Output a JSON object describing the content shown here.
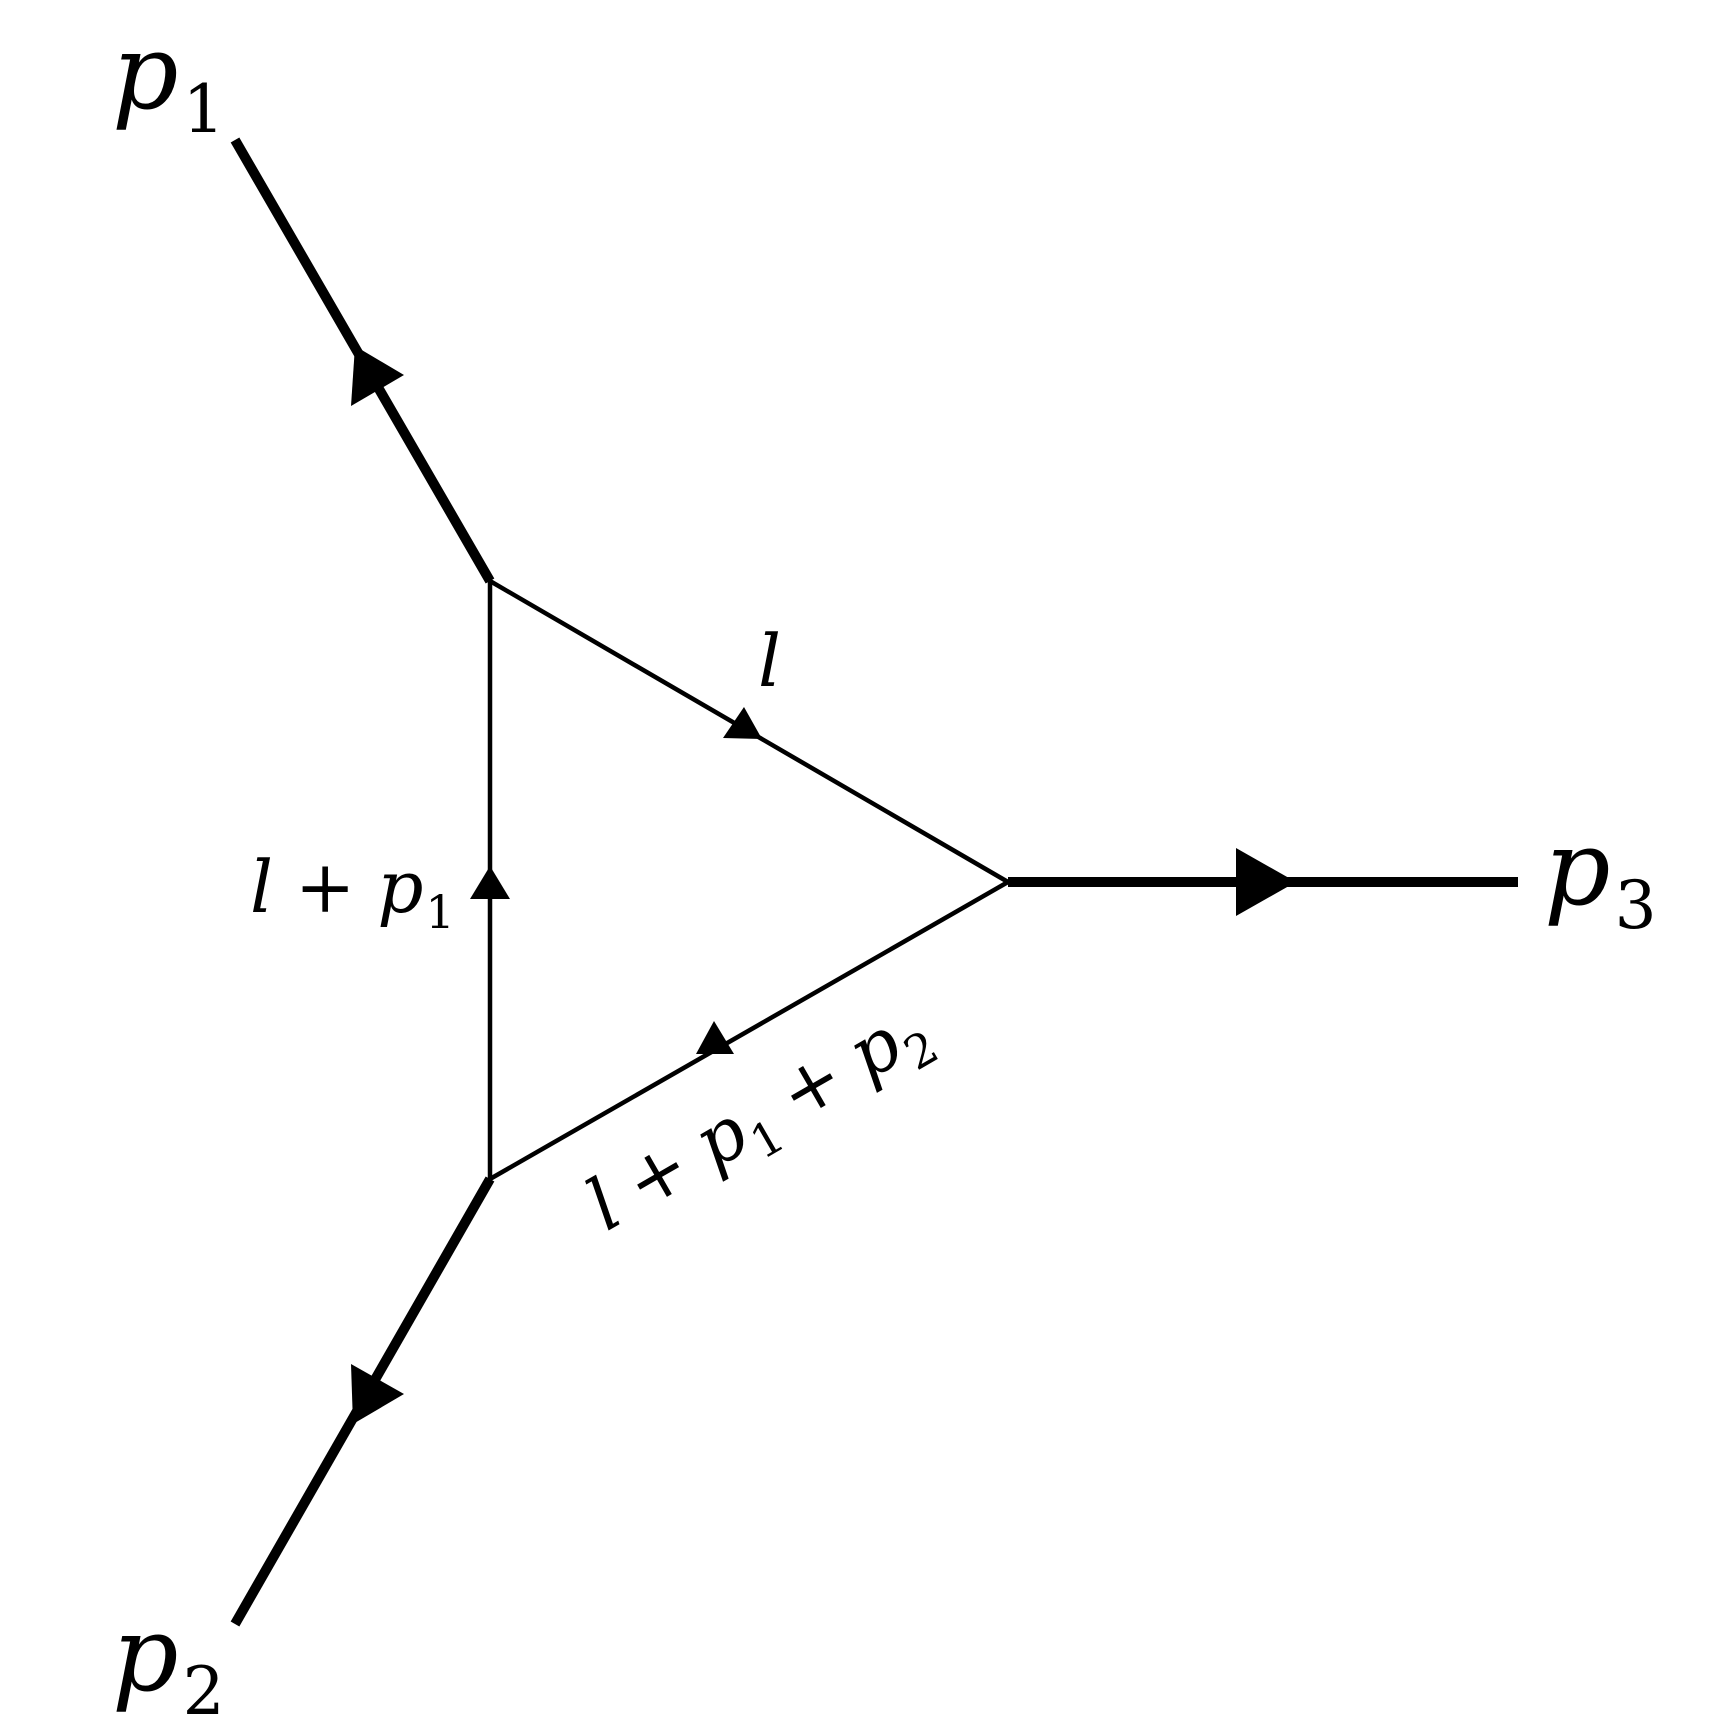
{
  "external_lines": {
    "p1": {
      "label": "p",
      "sub": "1"
    },
    "p2": {
      "label": "p",
      "sub": "2"
    },
    "p3": {
      "label": "p",
      "sub": "3"
    }
  },
  "internal_lines": {
    "top": {
      "label": "l"
    },
    "left": {
      "l": "l",
      "op1": "+",
      "p": "p",
      "sub": "1"
    },
    "bottom": {
      "l": "l",
      "op1": "+",
      "p1": "p",
      "sub1": "1",
      "op2": "+",
      "p2": "p",
      "sub2": "2"
    }
  }
}
